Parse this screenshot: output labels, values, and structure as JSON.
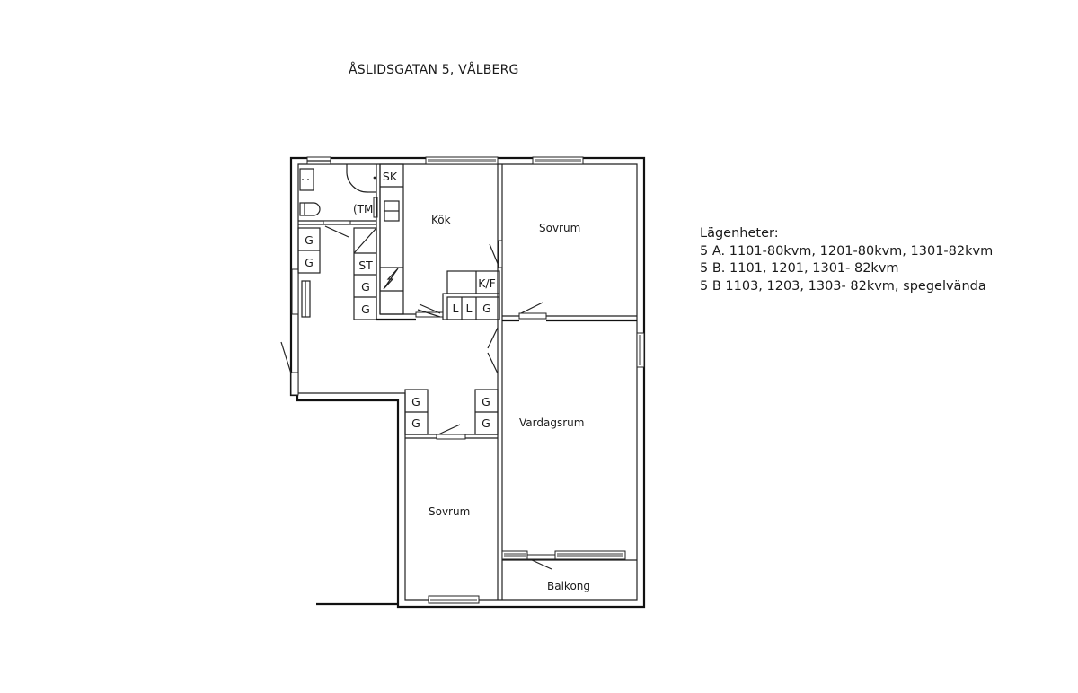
{
  "title": "ÅSLIDSGATAN 5, VÅLBERG",
  "legend": {
    "heading": "Lägenheter:",
    "lines": [
      "5 A. 1101-80kvm, 1201-80kvm, 1301-82kvm",
      "5 B. 1101, 1201, 1301- 82kvm",
      "5 B 1103, 1203, 1303- 82kvm, spegelvända"
    ]
  },
  "rooms": {
    "kok": "Kök",
    "sovrum_1": "Sovrum",
    "vardagsrum": "Vardagsrum",
    "sovrum_2": "Sovrum",
    "balkong": "Balkong"
  },
  "fixtures": {
    "sk": "SK",
    "tm": "(TM",
    "st": "ST",
    "kf": "K/F",
    "l1": "L",
    "l2": "L",
    "g": "G"
  },
  "colors": {
    "line": "#111111",
    "window_fill": "#9a9a9a",
    "background": "#ffffff"
  }
}
